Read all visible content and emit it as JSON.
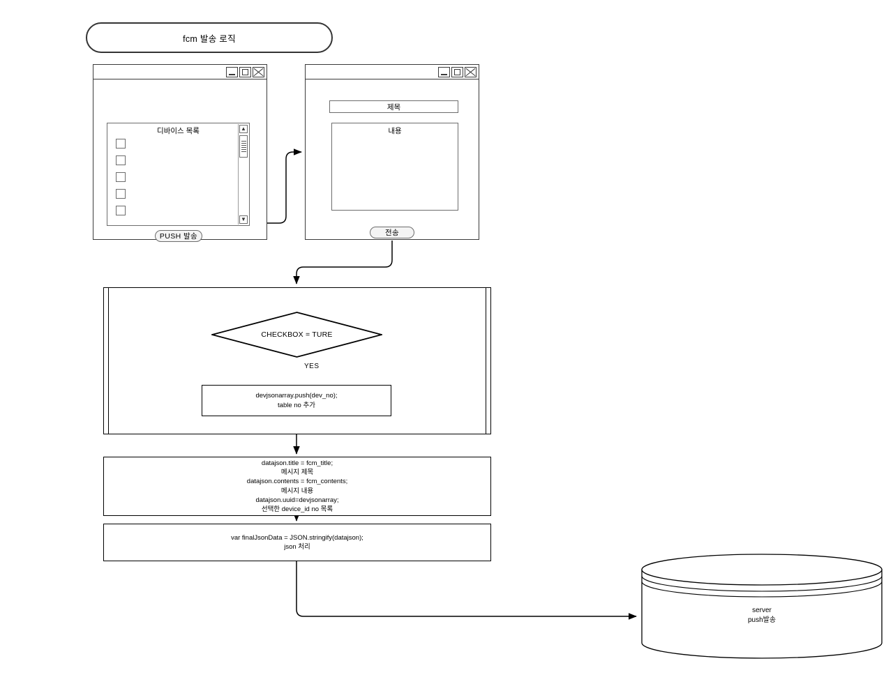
{
  "diagram": {
    "title": "fcm 발송 로직",
    "background": "#ffffff",
    "stroke": "#000000"
  },
  "window_device_list": {
    "controls": {
      "minimize": "minimize-icon",
      "maximize": "maximize-icon",
      "close": "close-icon"
    },
    "list_caption": "디바이스 목록",
    "checkbox_count": 5,
    "scrollbar": {
      "up_arrow": "▲",
      "down_arrow": "▼"
    },
    "push_button": "PUSH 발송"
  },
  "window_compose": {
    "controls": {
      "minimize": "minimize-icon",
      "maximize": "maximize-icon",
      "close": "close-icon"
    },
    "title_field": "제목",
    "content_field": "내용",
    "send_button": "전송"
  },
  "loop": {
    "decision": "CHECKBOX = TURE",
    "branch_label": "YES",
    "process": "devjsonarray.push(dev_no);\ntable no 추가"
  },
  "process_datajson": "datajson.title = fcm_title;\n메시지 제목\ndatajson.contents = fcm_contents;\n메시지 내용\ndatajson.uuid=devjsonarray;\n선택한 device_id no 목록",
  "process_stringify": "var finalJsonData = JSON.stringify(datajson);\njson 처리",
  "database": {
    "label": "server\npush발송"
  }
}
